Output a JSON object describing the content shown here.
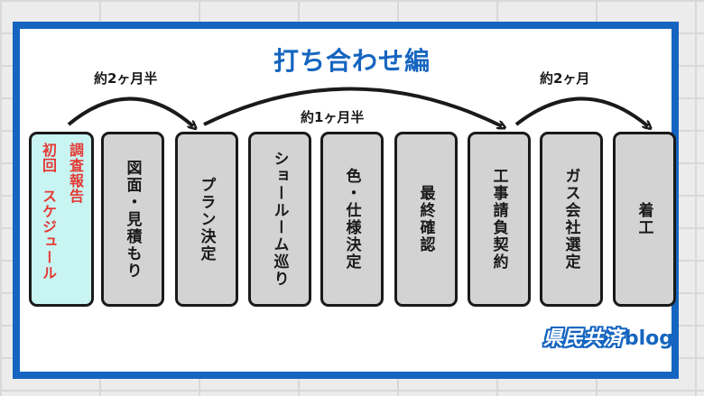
{
  "title": "打ち合わせ編",
  "spans": [
    {
      "label": "約2ヶ月半"
    },
    {
      "label": "約1ヶ月半"
    },
    {
      "label": "約2ヶ月"
    }
  ],
  "first_step": {
    "line1": "調査報告",
    "line2": "初回　スケジュール"
  },
  "steps": [
    {
      "label": "図面・見積もり"
    },
    {
      "label": "プラン決定"
    },
    {
      "label": "ショールーム巡り"
    },
    {
      "label": "色・仕様決定"
    },
    {
      "label": "最終確認"
    },
    {
      "label": "工事請負契約"
    },
    {
      "label": "ガス会社選定"
    },
    {
      "label": "着工"
    }
  ],
  "brand": {
    "kanji": "県民共済",
    "suffix": "blog"
  },
  "colors": {
    "frame": "#1565c0",
    "first_box": "#c8f5f2",
    "box": "#d3d3d3",
    "first_text": "#e53935"
  }
}
